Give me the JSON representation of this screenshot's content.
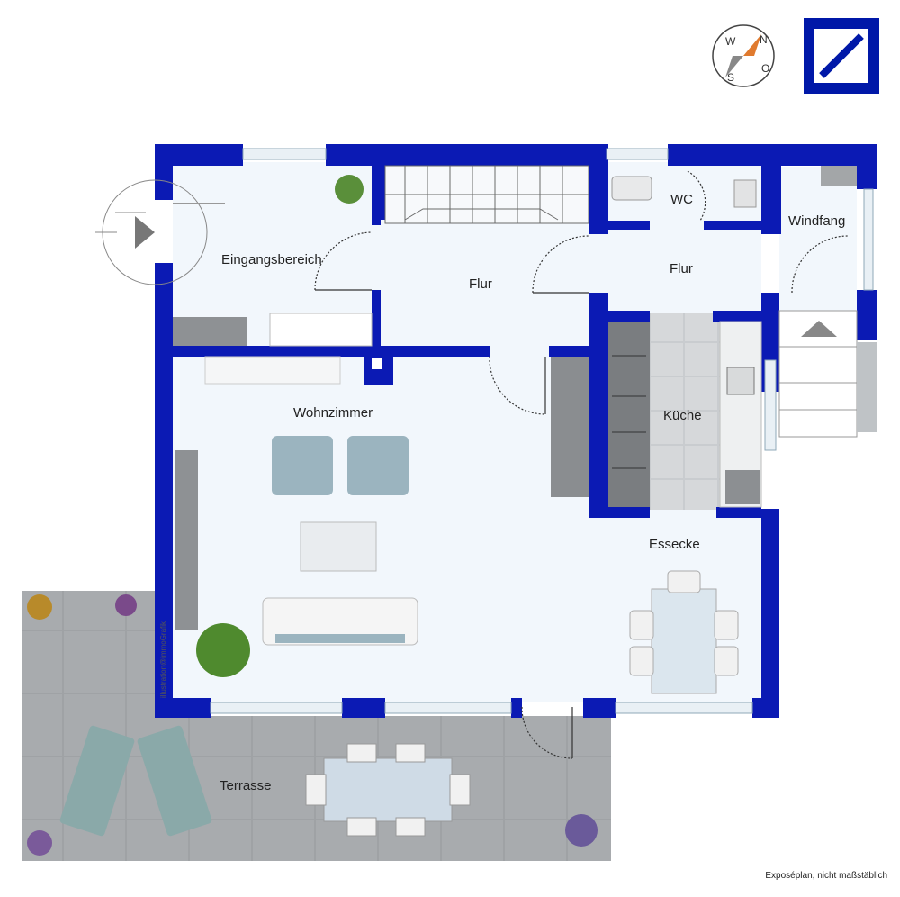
{
  "rooms": {
    "eingang": "Eingangsbereich",
    "flur_left": "Flur",
    "flur_right": "Flur",
    "wc": "WC",
    "windfang": "Windfang",
    "wohnzimmer": "Wohnzimmer",
    "kueche": "Küche",
    "essecke": "Essecke",
    "terrasse": "Terrasse"
  },
  "compass": {
    "n": "N",
    "o": "O",
    "s": "S",
    "w": "W"
  },
  "credit": "illustration@immoGrafik",
  "caption": "Exposéplan, nicht maßstäblich",
  "colors": {
    "wall": "#0b1ab4",
    "floor": "#f2f7fc",
    "terrace": "#a9abad",
    "brand": "#0018a8"
  },
  "icons": [
    "compass-icon",
    "deutsche-bank-logo",
    "entrance-arrow-icon"
  ]
}
